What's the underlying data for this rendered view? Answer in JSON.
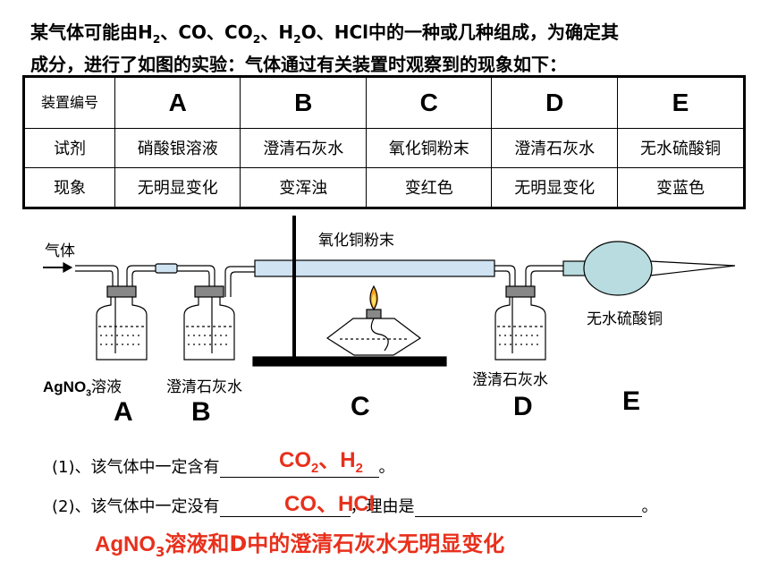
{
  "intro": {
    "line1_a": "某气体可能由H",
    "line1_b": "、CO、CO",
    "line1_c": "、H",
    "line1_d": "O、HCl中的一种或几种组成，为确定其",
    "line2": "成分，进行了如图的实验：气体通过有关装置时观察到的现象如下：",
    "sub2": "2"
  },
  "table": {
    "header_label": "装置编号",
    "reagent_label": "试剂",
    "phenomenon_label": "现象",
    "devices": [
      "A",
      "B",
      "C",
      "D",
      "E"
    ],
    "reagents": [
      "硝酸银溶液",
      "澄清石灰水",
      "氧化铜粉末",
      "澄清石灰水",
      "无水硫酸铜"
    ],
    "phenomena": [
      "无明显变化",
      "变浑浊",
      "变红色",
      "无明显变化",
      "变蓝色"
    ]
  },
  "diagram": {
    "gas_label": "气体",
    "copper_oxide_label": "氧化铜粉末",
    "anhydrous_label": "无水硫酸铜",
    "agno3_a": "AgNO",
    "agno3_sub": "3",
    "agno3_b": "溶液",
    "limewater_b": "澄清石灰水",
    "limewater_d": "澄清石灰水",
    "letters": [
      "A",
      "B",
      "C",
      "D",
      "E"
    ]
  },
  "questions": {
    "q1_prefix": "(1)、该气体中一定含有",
    "q1_suffix": "。",
    "q2_prefix": "(2)、该气体中一定没有",
    "q2_mid": "，理由是",
    "q2_suffix": "。"
  },
  "answers": {
    "a1_a": "CO",
    "a1_sub": "2",
    "a1_b": "、H",
    "a1_sub2": "2",
    "a2": "CO、HCl",
    "reason_a": "AgNO",
    "reason_sub": "3",
    "reason_b": "溶液和D中的澄清石灰水无明显变化"
  },
  "colors": {
    "answer": "#e8301c",
    "tube_fill": "#cfe3f2",
    "bulb_fill": "#b8dcdf",
    "flame": "#f4a020"
  }
}
